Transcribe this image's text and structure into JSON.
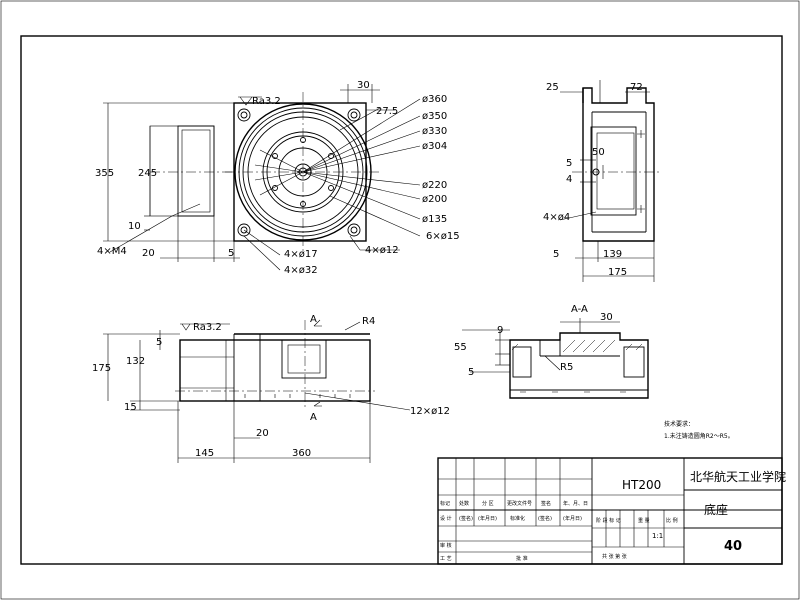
{
  "front_view": {
    "roughness": "Ra3.2",
    "dims": {
      "d30": "30",
      "d27_5": "27.5",
      "height_355": "355",
      "d245": "245",
      "d10": "10",
      "d20": "20",
      "d5": "5",
      "tap_4xm4": "4×M4"
    },
    "diameters": [
      "ø360",
      "ø350",
      "ø330",
      "ø304",
      "ø220",
      "ø200",
      "ø135"
    ],
    "holes": {
      "h6x15": "6×ø15",
      "h4x12": "4×ø12",
      "h4x17": "4×ø17",
      "h4x32": "4×ø32"
    }
  },
  "side_view": {
    "dims": {
      "d25": "25",
      "d72": "72",
      "d5_top": "5",
      "d50": "50",
      "d4": "4",
      "h4x4": "4×ø4",
      "d5_bottom": "5",
      "d139": "139",
      "d175": "175"
    }
  },
  "bottom_view": {
    "roughness": "Ra3.2",
    "section_mark": "A",
    "dims": {
      "r4": "R4",
      "d5": "5",
      "d175": "175",
      "d132": "132",
      "d15": "15",
      "d20": "20",
      "d145": "145",
      "d360": "360",
      "h12x12": "12×ø12"
    }
  },
  "section_view": {
    "title": "A-A",
    "dims": {
      "d30": "30",
      "d9": "9",
      "d55": "55",
      "d5": "5",
      "r5": "R5"
    }
  },
  "notes": {
    "heading": "技术要求：",
    "line1": "1.未注铸造圆角R2～R5。"
  },
  "title_block": {
    "material": "HT200",
    "school": "北华航天工业学院",
    "part_name": "底座",
    "number": "40",
    "scale": "1:1",
    "row_labels": {
      "mark": "标记",
      "count": "处数",
      "zone": "分 区",
      "doc": "更改文件号",
      "sign": "签名",
      "date": "年、月、日",
      "design": "设 计",
      "sign2": "(签名)",
      "date2": "(年月日)",
      "std": "标准化",
      "sign3": "(签名)",
      "date3": "(年月日)",
      "review": "审 核",
      "process": "工 艺",
      "approve": "批 准",
      "stage": "阶 段 标 记",
      "weight": "重 量",
      "scale_label": "比 例",
      "total": "共   张  第   张"
    }
  }
}
